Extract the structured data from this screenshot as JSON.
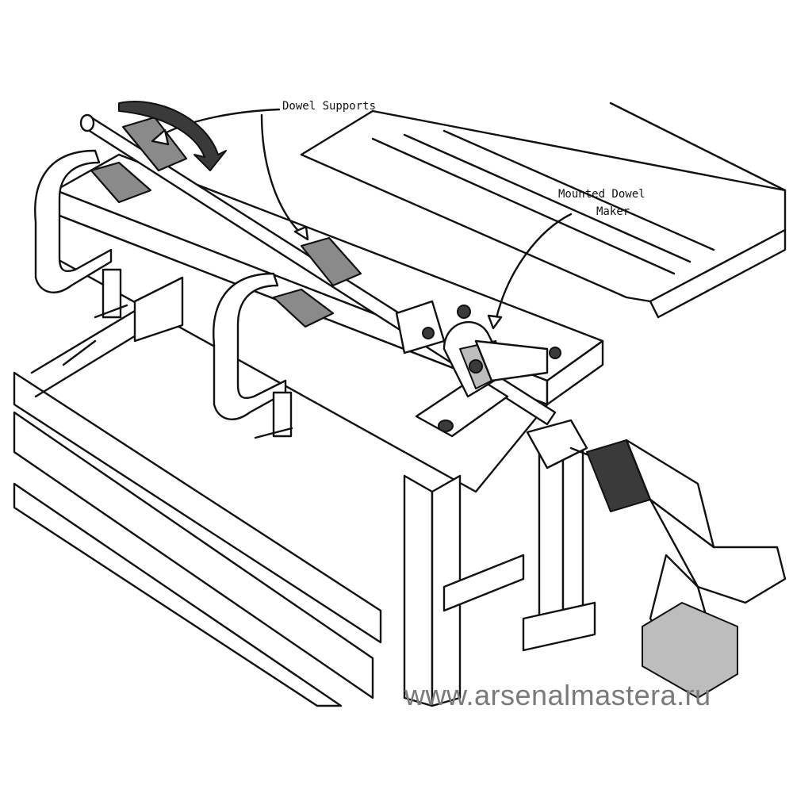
{
  "labels": {
    "dowel_supports": "Dowel Supports",
    "mounted_dowel_maker_line1": "Mounted Dowel",
    "mounted_dowel_maker_line2": "Maker"
  },
  "watermark": "www.arsenalmastera.ru",
  "colors": {
    "line": "#111111",
    "support_fill": "#8a8a8a",
    "watermark": "#7a7a7a"
  }
}
